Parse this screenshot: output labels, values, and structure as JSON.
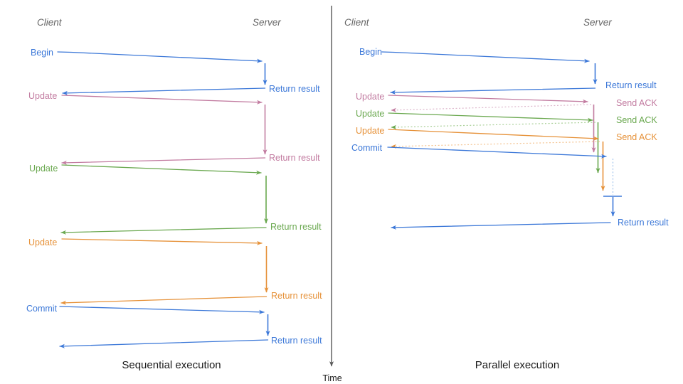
{
  "colors": {
    "blue": "#3c78d8",
    "pink": "#c27ba0",
    "green": "#6aa84f",
    "orange": "#e69138",
    "blue_light": "#9fc2ec",
    "pink_light": "#ddb6cb",
    "green_light": "#a9cf97",
    "orange_light": "#f4c491",
    "axis": "#595959",
    "header_text": "#666666",
    "title_text": "#1a1a1a"
  },
  "time_axis_label": "Time",
  "sequential": {
    "title": "Sequential execution",
    "client": "Client",
    "server": "Server",
    "steps": [
      {
        "request": "Begin",
        "response": "Return result"
      },
      {
        "request": "Update",
        "response": "Return result"
      },
      {
        "request": "Update",
        "response": "Return result"
      },
      {
        "request": "Update",
        "response": "Return result"
      },
      {
        "request": "Commit",
        "response": "Return result"
      }
    ]
  },
  "parallel": {
    "title": "Parallel execution",
    "client": "Client",
    "server": "Server",
    "steps": [
      {
        "request": "Begin",
        "response": "Return result"
      },
      {
        "request": "Update",
        "response": "Send ACK"
      },
      {
        "request": "Update",
        "response": "Send ACK"
      },
      {
        "request": "Update",
        "response": "Send ACK"
      },
      {
        "request": "Commit",
        "response": "Return result"
      }
    ]
  }
}
